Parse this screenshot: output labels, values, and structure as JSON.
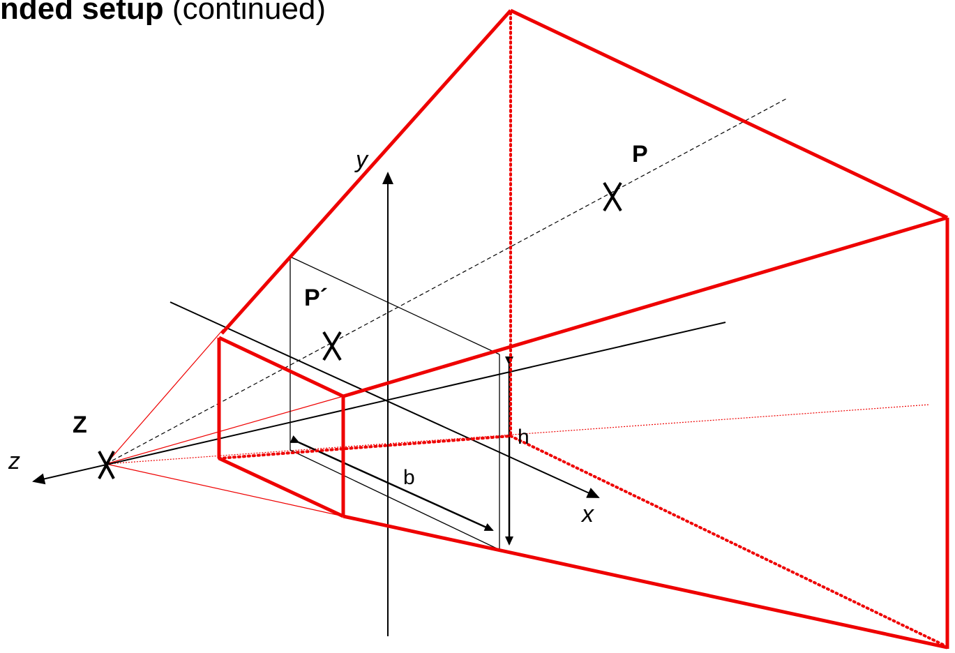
{
  "title": {
    "bold": "nded setup",
    "rest": " (continued)"
  },
  "labels": {
    "P": "P",
    "P_prime": "P´",
    "Z": "Z",
    "y_axis": "y",
    "x_axis": "x",
    "z_axis": "z",
    "h": "h",
    "b": "b"
  },
  "colors": {
    "frustum": "#ee0000",
    "axes": "#000000"
  }
}
